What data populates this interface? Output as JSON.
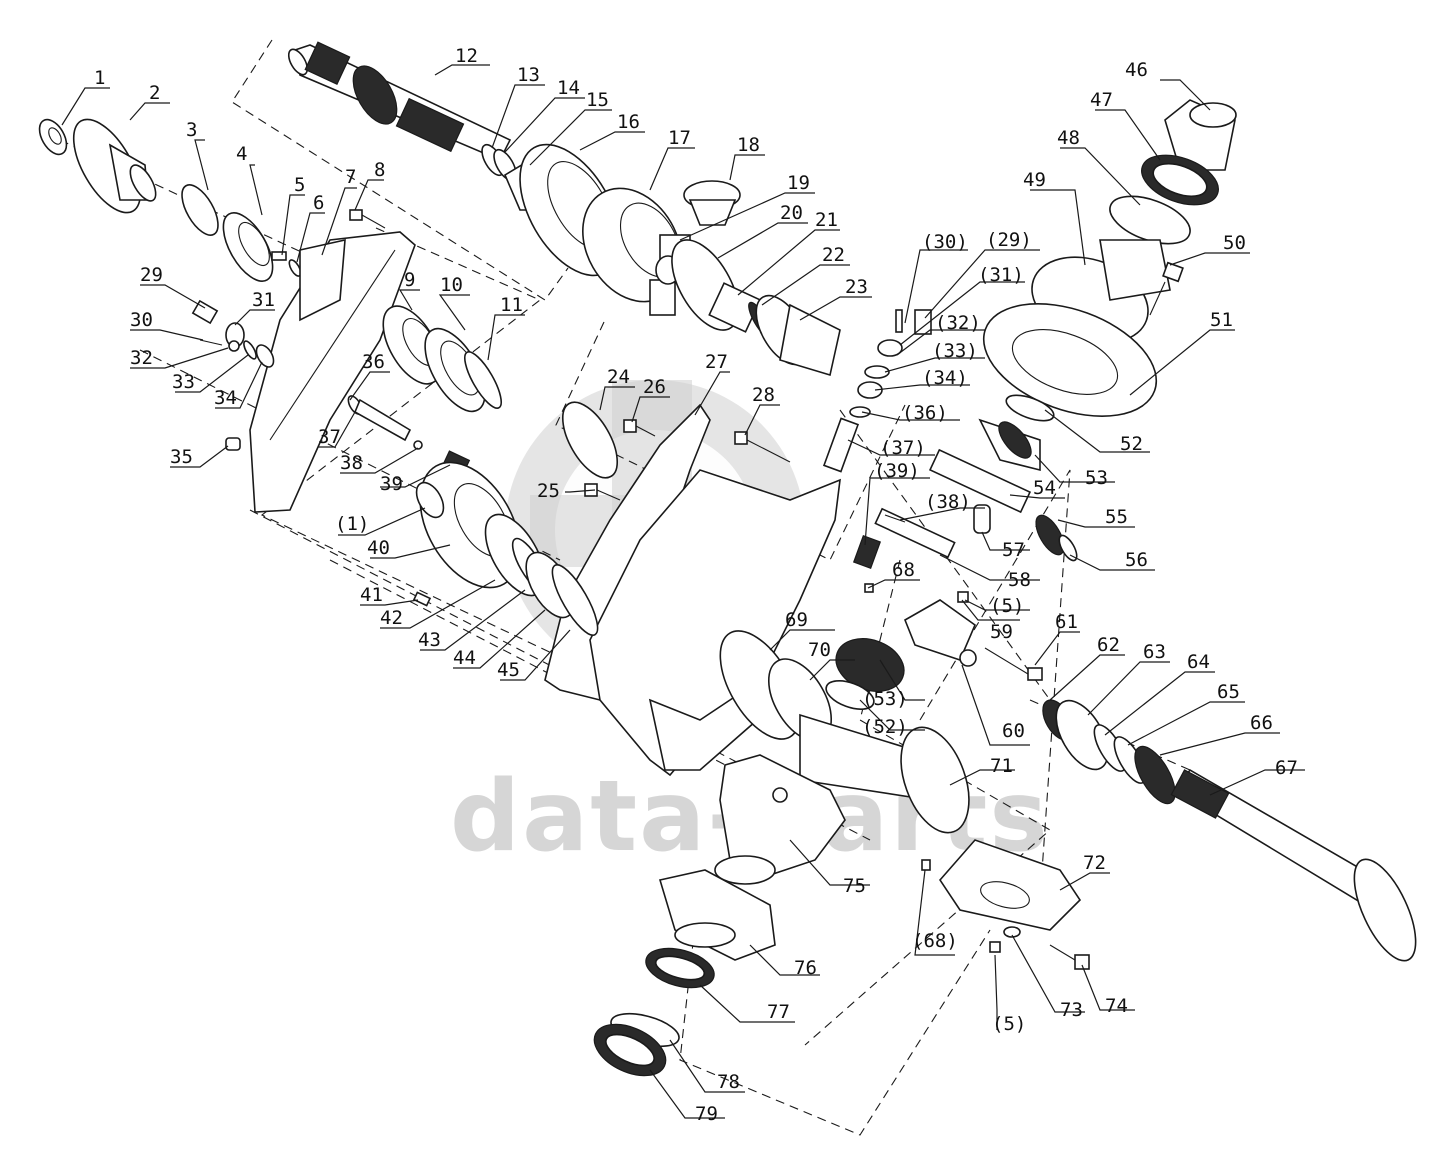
{
  "watermark": {
    "text": "data-parts",
    "color": "#c8c8c8"
  },
  "callouts": [
    {
      "id": "c1",
      "label": "1"
    },
    {
      "id": "c2",
      "label": "2"
    },
    {
      "id": "c3",
      "label": "3"
    },
    {
      "id": "c4",
      "label": "4"
    },
    {
      "id": "c5",
      "label": "5"
    },
    {
      "id": "c6",
      "label": "6"
    },
    {
      "id": "c7",
      "label": "7"
    },
    {
      "id": "c8",
      "label": "8"
    },
    {
      "id": "c9",
      "label": "9"
    },
    {
      "id": "c10",
      "label": "10"
    },
    {
      "id": "c11",
      "label": "11"
    },
    {
      "id": "c12",
      "label": "12"
    },
    {
      "id": "c13",
      "label": "13"
    },
    {
      "id": "c14",
      "label": "14"
    },
    {
      "id": "c15",
      "label": "15"
    },
    {
      "id": "c16",
      "label": "16"
    },
    {
      "id": "c17",
      "label": "17"
    },
    {
      "id": "c18",
      "label": "18"
    },
    {
      "id": "c19",
      "label": "19"
    },
    {
      "id": "c20",
      "label": "20"
    },
    {
      "id": "c21",
      "label": "21"
    },
    {
      "id": "c22",
      "label": "22"
    },
    {
      "id": "c23",
      "label": "23"
    },
    {
      "id": "c24",
      "label": "24"
    },
    {
      "id": "c25",
      "label": "25"
    },
    {
      "id": "c26",
      "label": "26"
    },
    {
      "id": "c27",
      "label": "27"
    },
    {
      "id": "c28",
      "label": "28"
    },
    {
      "id": "c29",
      "label": "29"
    },
    {
      "id": "c30",
      "label": "30"
    },
    {
      "id": "c31",
      "label": "31"
    },
    {
      "id": "c32",
      "label": "32"
    },
    {
      "id": "c33",
      "label": "33"
    },
    {
      "id": "c34",
      "label": "34"
    },
    {
      "id": "c35",
      "label": "35"
    },
    {
      "id": "c36",
      "label": "36"
    },
    {
      "id": "c37",
      "label": "37"
    },
    {
      "id": "c38",
      "label": "38"
    },
    {
      "id": "c39",
      "label": "39"
    },
    {
      "id": "c40",
      "label": "40"
    },
    {
      "id": "c41",
      "label": "41"
    },
    {
      "id": "c42",
      "label": "42"
    },
    {
      "id": "c43",
      "label": "43"
    },
    {
      "id": "c44",
      "label": "44"
    },
    {
      "id": "c45",
      "label": "45"
    },
    {
      "id": "c46",
      "label": "46"
    },
    {
      "id": "c47",
      "label": "47"
    },
    {
      "id": "c48",
      "label": "48"
    },
    {
      "id": "c49",
      "label": "49"
    },
    {
      "id": "c50",
      "label": "50"
    },
    {
      "id": "c51",
      "label": "51"
    },
    {
      "id": "c52",
      "label": "52"
    },
    {
      "id": "c53",
      "label": "53"
    },
    {
      "id": "c54",
      "label": "54"
    },
    {
      "id": "c55",
      "label": "55"
    },
    {
      "id": "c56",
      "label": "56"
    },
    {
      "id": "c57",
      "label": "57"
    },
    {
      "id": "c58",
      "label": "58"
    },
    {
      "id": "c59",
      "label": "59"
    },
    {
      "id": "c60",
      "label": "60"
    },
    {
      "id": "c61",
      "label": "61"
    },
    {
      "id": "c62",
      "label": "62"
    },
    {
      "id": "c63",
      "label": "63"
    },
    {
      "id": "c64",
      "label": "64"
    },
    {
      "id": "c65",
      "label": "65"
    },
    {
      "id": "c66",
      "label": "66"
    },
    {
      "id": "c67",
      "label": "67"
    },
    {
      "id": "c68",
      "label": "68"
    },
    {
      "id": "c69",
      "label": "69"
    },
    {
      "id": "c70",
      "label": "70"
    },
    {
      "id": "c71",
      "label": "71"
    },
    {
      "id": "c72",
      "label": "72"
    },
    {
      "id": "c73",
      "label": "73"
    },
    {
      "id": "c74",
      "label": "74"
    },
    {
      "id": "c75",
      "label": "75"
    },
    {
      "id": "c76",
      "label": "76"
    },
    {
      "id": "c77",
      "label": "77"
    },
    {
      "id": "c78",
      "label": "78"
    },
    {
      "id": "c79",
      "label": "79"
    },
    {
      "id": "r30",
      "label": "(30)"
    },
    {
      "id": "r29",
      "label": "(29)"
    },
    {
      "id": "r31",
      "label": "(31)"
    },
    {
      "id": "r32",
      "label": "(32)"
    },
    {
      "id": "r33",
      "label": "(33)"
    },
    {
      "id": "r34",
      "label": "(34)"
    },
    {
      "id": "r36",
      "label": "(36)"
    },
    {
      "id": "r37",
      "label": "(37)"
    },
    {
      "id": "r39",
      "label": "(39)"
    },
    {
      "id": "r38",
      "label": "(38)"
    },
    {
      "id": "r1",
      "label": "(1)"
    },
    {
      "id": "r5a",
      "label": "(5)"
    },
    {
      "id": "r53",
      "label": "(53)"
    },
    {
      "id": "r52",
      "label": "(52)"
    },
    {
      "id": "r68",
      "label": "(68)"
    },
    {
      "id": "r5b",
      "label": "(5)"
    }
  ]
}
